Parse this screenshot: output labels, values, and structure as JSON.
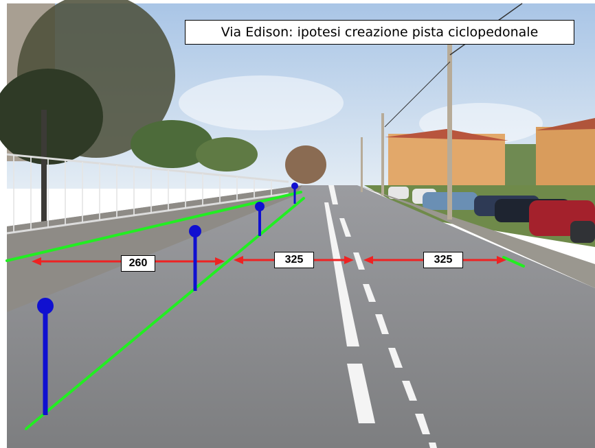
{
  "title": "Via Edison: ipotesi creazione pista ciclopedonale",
  "dimensions": [
    {
      "value": "260"
    },
    {
      "value": "325"
    },
    {
      "value": "325"
    }
  ],
  "colors": {
    "proposed_line": "#22ee22",
    "dimension_arrow": "#ee2222",
    "marker": "#1010d0"
  }
}
